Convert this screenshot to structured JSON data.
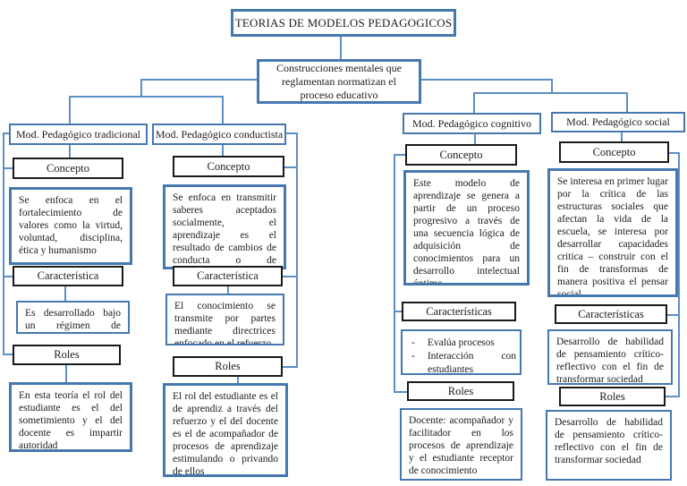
{
  "colors": {
    "box_border_blue": "#4678b0",
    "connector_blue": "#5d8ec7",
    "label_border_black": "#1a1a1a"
  },
  "title_box": "TEORIAS DE MODELOS PEDAGOGICOS",
  "root_box": "Construcciones mentales que reglamentan  normatizan el proceso educativo",
  "columns": [
    {
      "header": "Mod. Pedagógico tradicional",
      "concept_label": "Concepto",
      "concept_text": "Se enfoca en el fortalecimiento de valores como la virtud, voluntad, disciplina, ética y humanismo",
      "charact_label": "Característica",
      "charact_text": "Es desarrollado bajo un régimen de disciplina",
      "roles_label": "Roles",
      "roles_text": "En esta teoría el rol del estudiante es el del sometimiento y el del docente es impartir autoridad"
    },
    {
      "header": "Mod. Pedagógico conductista",
      "concept_label": "Concepto",
      "concept_text": "Se enfoca en transmitir saberes aceptados socialmente, el aprendizaje es el resultado de cambios de conducta o de comportamiento",
      "charact_label": "Característica",
      "charact_text": "El conocimiento se transmite por partes mediante directrices enfocado en el refuerzo",
      "roles_label": "Roles",
      "roles_text": "El rol del estudiante es el de aprendiz a través del refuerzo y el del docente es el de acompañador de procesos de aprendizaje estimulando o privando de ellos"
    },
    {
      "header": "Mod. Pedagógico cognitivo",
      "concept_label": "Concepto",
      "concept_text": "Este modelo de aprendizaje se genera a partir de un proceso progresivo a través de una secuencia lógica de adquisición de conocimientos para un desarrollo intelectual óptimo",
      "charact_label": "Características",
      "charact_bullets": [
        "Evalúa procesos",
        "Interacción con estudiantes"
      ],
      "roles_label": "Roles",
      "roles_text": "Docente: acompañador y facilitador en los procesos de aprendizaje y el estudiante receptor de conocimiento"
    },
    {
      "header": "Mod. Pedagógico social",
      "concept_label": "Concepto",
      "concept_text": "Se interesa en primer lugar por la crítica de las estructuras sociales que afectan la vida de la escuela, se interesa por desarrollar capacidades critica – construir con el fin de transformas de manera positiva el pensar social",
      "charact_label": "Características",
      "charact_text": "Desarrollo de habilidad de pensamiento crítico-reflectivo con el fin de transformar sociedad",
      "roles_label": "Roles",
      "roles_text": "Desarrollo de habilidad de pensamiento crítico-reflectivo con el fin de transformar sociedad"
    }
  ]
}
